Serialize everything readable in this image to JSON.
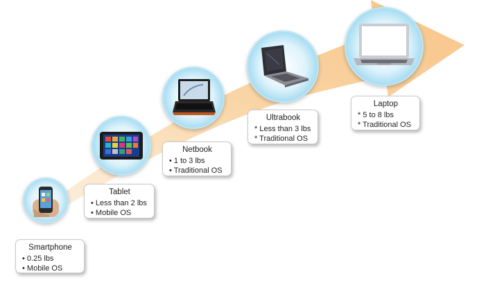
{
  "stages": [
    {
      "title": "Smartphone",
      "bullets": [
        "• 0.25 lbs",
        "• Mobile OS"
      ],
      "icon": "smartphone-icon"
    },
    {
      "title": "Tablet",
      "bullets": [
        "• Less than 2 lbs",
        "• Mobile OS"
      ],
      "icon": "tablet-icon"
    },
    {
      "title": "Netbook",
      "bullets": [
        "• 1 to 3 lbs",
        "• Traditional OS"
      ],
      "icon": "netbook-icon"
    },
    {
      "title": "Ultrabook",
      "bullets": [
        "* Less than 3 lbs",
        "* Traditional OS"
      ],
      "icon": "ultrabook-icon"
    },
    {
      "title": "Laptop",
      "bullets": [
        "* 5 to 8 lbs",
        "* Traditional OS"
      ],
      "icon": "laptop-icon"
    }
  ],
  "colors": {
    "arrow": "#f8c98a",
    "circle_edge": "#4db5e0",
    "circle_center": "#ffffff"
  }
}
